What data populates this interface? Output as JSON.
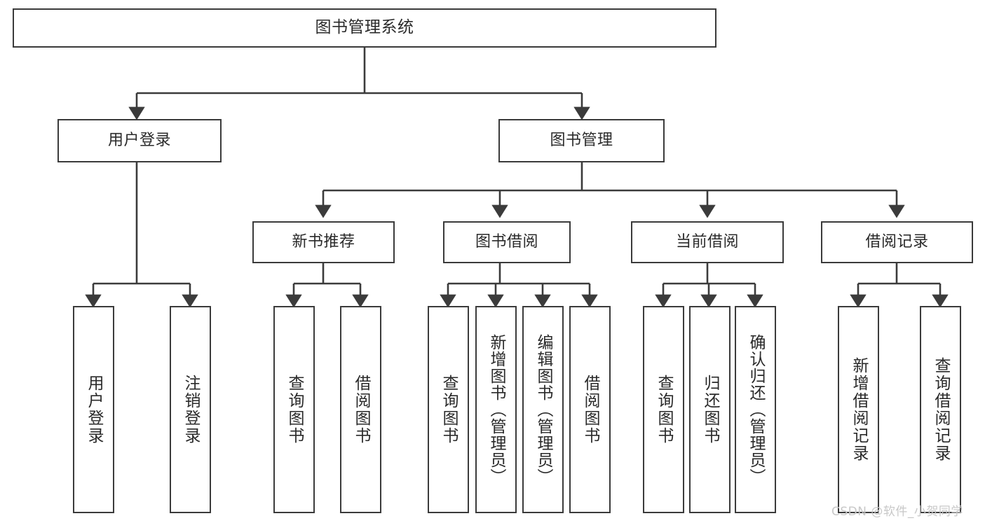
{
  "diagram": {
    "title": "图书管理系统",
    "type": "tree-hierarchy-functional-structure",
    "root": {
      "id": "root",
      "label": "图书管理系统"
    },
    "level2": [
      {
        "id": "user-login",
        "label": "用户登录"
      },
      {
        "id": "book-manage",
        "label": "图书管理"
      }
    ],
    "level3": [
      {
        "id": "new-book-rec",
        "label": "新书推荐",
        "parent": "book-manage"
      },
      {
        "id": "book-borrow",
        "label": "图书借阅",
        "parent": "book-manage"
      },
      {
        "id": "current-borrow",
        "label": "当前借阅",
        "parent": "book-manage"
      },
      {
        "id": "borrow-record",
        "label": "借阅记录",
        "parent": "book-manage"
      }
    ],
    "leaves": [
      {
        "id": "leaf-user-login",
        "label": "用户登录",
        "parent": "user-login"
      },
      {
        "id": "leaf-logout-login",
        "label": "注销登录",
        "parent": "user-login"
      },
      {
        "id": "leaf-query-book-1",
        "label": "查询图书",
        "parent": "new-book-rec"
      },
      {
        "id": "leaf-borrow-book-1",
        "label": "借阅图书",
        "parent": "new-book-rec"
      },
      {
        "id": "leaf-query-book-2",
        "label": "查询图书",
        "parent": "book-borrow"
      },
      {
        "id": "leaf-add-book",
        "label": "新增图书（管理员）",
        "parent": "book-borrow"
      },
      {
        "id": "leaf-edit-book",
        "label": "编辑图书（管理员）",
        "parent": "book-borrow"
      },
      {
        "id": "leaf-borrow-book-2",
        "label": "借阅图书",
        "parent": "book-borrow"
      },
      {
        "id": "leaf-query-book-3",
        "label": "查询图书",
        "parent": "current-borrow"
      },
      {
        "id": "leaf-return-book",
        "label": "归还图书",
        "parent": "current-borrow"
      },
      {
        "id": "leaf-confirm-return",
        "label": "确认归还（管理员）",
        "parent": "current-borrow"
      },
      {
        "id": "leaf-add-record",
        "label": "新增借阅记录",
        "parent": "borrow-record"
      },
      {
        "id": "leaf-query-record",
        "label": "查询借阅记录",
        "parent": "borrow-record"
      }
    ],
    "colors": {
      "stroke": "#3b3b3b",
      "fill": "#ffffff",
      "text": "#2a2a2a",
      "watermark": "#c8c8c8"
    }
  },
  "watermark": {
    "text": "CSDN @软件_小贺同学"
  }
}
